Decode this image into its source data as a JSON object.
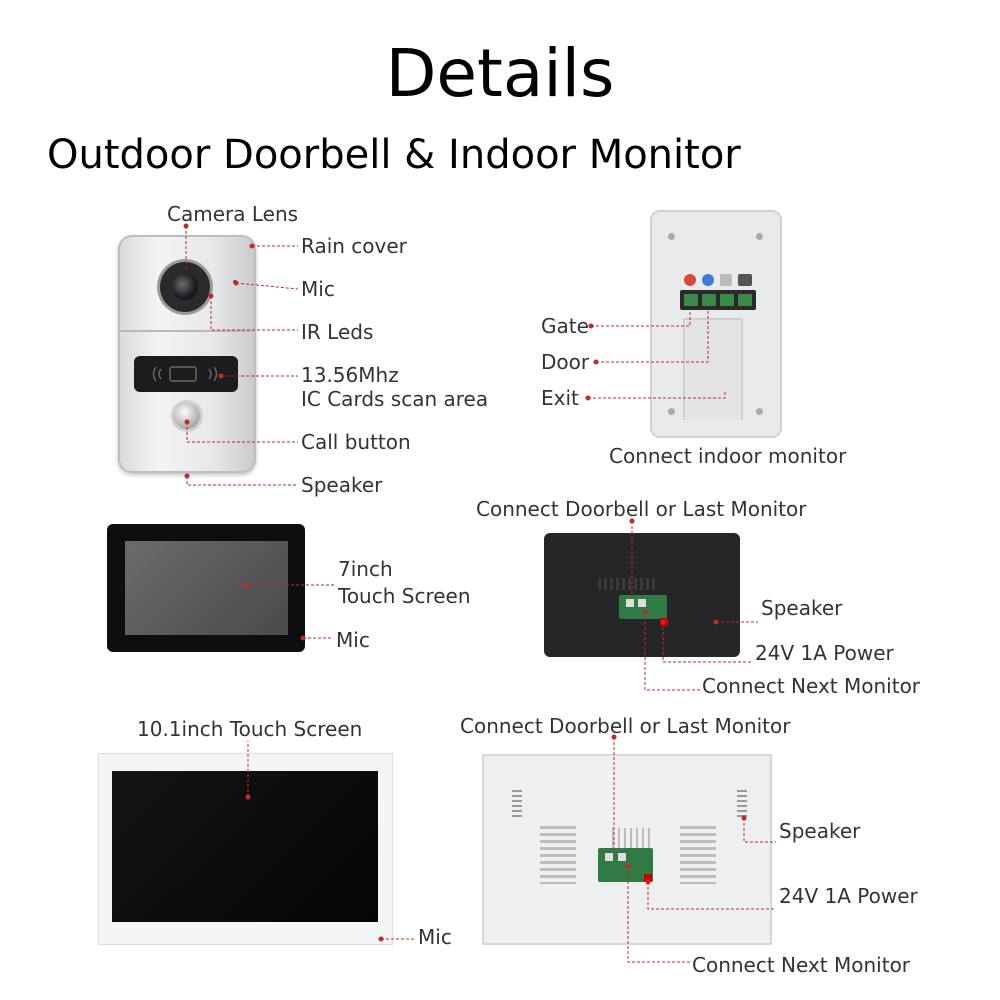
{
  "header": {
    "title": "Details",
    "subtitle": "Outdoor Doorbell & Indoor Monitor"
  },
  "doorbell": {
    "labels": {
      "camera_lens": "Camera Lens",
      "rain_cover": "Rain cover",
      "mic": "Mic",
      "ir_leds": "IR Leds",
      "card_line1": "13.56Mhz",
      "card_line2": "IC Cards scan area",
      "call_button": "Call button",
      "speaker": "Speaker"
    }
  },
  "back_plate": {
    "labels": {
      "gate": "Gate",
      "door": "Door",
      "exit": "Exit",
      "connect": "Connect indoor monitor"
    }
  },
  "monitor_7": {
    "labels": {
      "size_line1": "7inch",
      "size_line2": "Touch Screen",
      "mic": "Mic",
      "connect_doorbell": "Connect Doorbell or Last Monitor",
      "speaker": "Speaker",
      "power": "24V 1A Power",
      "next": "Connect Next Monitor"
    }
  },
  "monitor_10": {
    "labels": {
      "size": "10.1inch Touch Screen",
      "mic": "Mic",
      "connect_doorbell": "Connect Doorbell or Last Monitor",
      "speaker": "Speaker",
      "power": "24V 1A Power",
      "next": "Connect Next Monitor"
    }
  },
  "colors": {
    "leader": "#c62828",
    "text": "#333333"
  }
}
